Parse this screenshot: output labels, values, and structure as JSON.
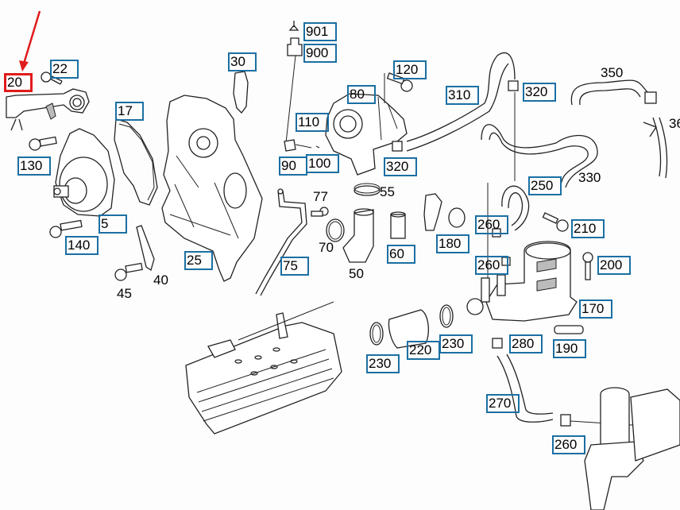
{
  "diagram": {
    "title": "Engine cooling system exploded parts diagram",
    "selected_part": "20",
    "highlight_color": "#e01b1b",
    "callout_box_color": "#1b6fa3",
    "boxed_callouts": [
      {
        "id": "c20",
        "part": "20",
        "selected": true
      },
      {
        "id": "c22",
        "part": "22"
      },
      {
        "id": "c17",
        "part": "17"
      },
      {
        "id": "c130",
        "part": "130"
      },
      {
        "id": "c5",
        "part": "5"
      },
      {
        "id": "c140",
        "part": "140"
      },
      {
        "id": "c30",
        "part": "30"
      },
      {
        "id": "c25",
        "part": "25"
      },
      {
        "id": "c901",
        "part": "901"
      },
      {
        "id": "c900",
        "part": "900"
      },
      {
        "id": "c120",
        "part": "120"
      },
      {
        "id": "c80",
        "part": "80"
      },
      {
        "id": "c110",
        "part": "110"
      },
      {
        "id": "c90",
        "part": "90"
      },
      {
        "id": "c100",
        "part": "100"
      },
      {
        "id": "c320a",
        "part": "320"
      },
      {
        "id": "c310",
        "part": "310"
      },
      {
        "id": "c320b",
        "part": "320"
      },
      {
        "id": "c250",
        "part": "250"
      },
      {
        "id": "c75",
        "part": "75"
      },
      {
        "id": "c60",
        "part": "60"
      },
      {
        "id": "c180",
        "part": "180"
      },
      {
        "id": "c260a",
        "part": "260"
      },
      {
        "id": "c260b",
        "part": "260"
      },
      {
        "id": "c210",
        "part": "210"
      },
      {
        "id": "c200",
        "part": "200"
      },
      {
        "id": "c170",
        "part": "170"
      },
      {
        "id": "c190",
        "part": "190"
      },
      {
        "id": "c280",
        "part": "280"
      },
      {
        "id": "c230a",
        "part": "230"
      },
      {
        "id": "c220",
        "part": "220"
      },
      {
        "id": "c230b",
        "part": "230"
      },
      {
        "id": "c270",
        "part": "270"
      },
      {
        "id": "c260c",
        "part": "260"
      }
    ],
    "plain_callouts": [
      {
        "id": "p40",
        "part": "40"
      },
      {
        "id": "p45",
        "part": "45"
      },
      {
        "id": "p77",
        "part": "77"
      },
      {
        "id": "p55",
        "part": "55"
      },
      {
        "id": "p70",
        "part": "70"
      },
      {
        "id": "p50",
        "part": "50"
      },
      {
        "id": "p350",
        "part": "350"
      },
      {
        "id": "p330",
        "part": "330"
      },
      {
        "id": "p36x",
        "part": "36"
      }
    ],
    "parts": [
      {
        "id": "coolant-pipe-20"
      },
      {
        "id": "bolt-22"
      },
      {
        "id": "water-pump-5"
      },
      {
        "id": "gasket-17"
      },
      {
        "id": "bolt-130"
      },
      {
        "id": "bolt-140"
      },
      {
        "id": "seal-40"
      },
      {
        "id": "bolt-45"
      },
      {
        "id": "timing-housing-25"
      },
      {
        "id": "gasket-30"
      },
      {
        "id": "thermostat-housing-80"
      },
      {
        "id": "sensor-90"
      },
      {
        "id": "connector-900"
      },
      {
        "id": "connector-901"
      },
      {
        "id": "bolt-120"
      },
      {
        "id": "hose-310"
      },
      {
        "id": "hose-330"
      },
      {
        "id": "hose-350"
      },
      {
        "id": "pipe-36x"
      },
      {
        "id": "pipe-75"
      },
      {
        "id": "bolt-77"
      },
      {
        "id": "clamp-70"
      },
      {
        "id": "elbow-50"
      },
      {
        "id": "clamp-55"
      },
      {
        "id": "sleeve-60"
      },
      {
        "id": "fitting-180"
      },
      {
        "id": "hose-250"
      },
      {
        "id": "pump-housing-170"
      },
      {
        "id": "bolt-210"
      },
      {
        "id": "bolt-200"
      },
      {
        "id": "hose-190"
      },
      {
        "id": "clip-280"
      },
      {
        "id": "hose-270"
      },
      {
        "id": "clip-260"
      },
      {
        "id": "oil-filter-housing"
      },
      {
        "id": "egr-cooler"
      },
      {
        "id": "hose-220"
      },
      {
        "id": "clamp-230a"
      },
      {
        "id": "clamp-230b"
      }
    ]
  }
}
